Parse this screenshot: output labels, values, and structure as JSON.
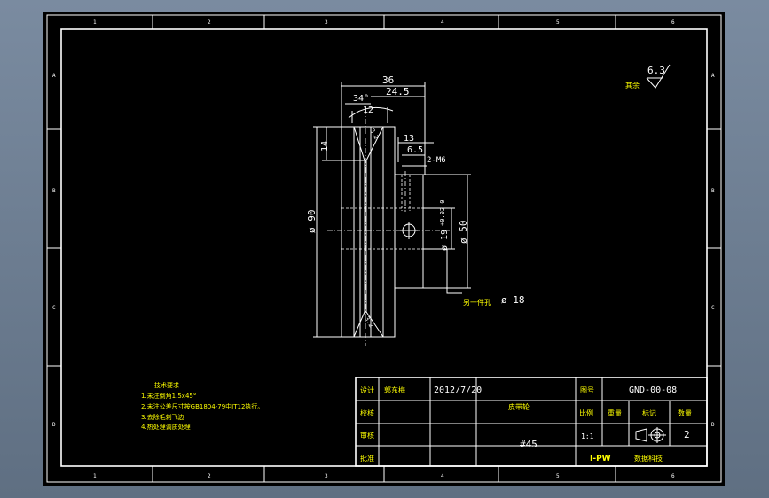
{
  "frame": {
    "column_zones_top": [
      "1",
      "2",
      "3",
      "4",
      "5",
      "6"
    ],
    "column_zones_bottom": [
      "1",
      "2",
      "3",
      "4",
      "5",
      "6"
    ],
    "row_zones": [
      "A",
      "B",
      "C",
      "D"
    ]
  },
  "roughness": {
    "prefix": "其余",
    "value": "6.3"
  },
  "dimensions": {
    "overall_width": "36",
    "hub_offset": "24.5",
    "groove_angle": "34°",
    "groove_width": "12",
    "groove_depth": "14",
    "hub_step": "13",
    "hub_step2": "6.5",
    "tap": "2-M6",
    "outer_diameter": "ø 90",
    "hub_diameter": "ø 50",
    "bore_diameter": "ø 19",
    "bore_tolerance": "+0.02 0",
    "bore_note": "ø 18",
    "bore_note_prefix": "另一件孔",
    "groove_roughness_top": "3.2",
    "groove_roughness_bottom": "3.2"
  },
  "tech_requirements": {
    "title": "技术要求",
    "items": [
      "1.未注倒角1.5x45°",
      "2.未注公差尺寸按GB1804-79中IT12执行。",
      "3.去除毛刺飞边",
      "4.热处理调质处理"
    ]
  },
  "title_block": {
    "design_label": "设计",
    "designer": "郭东梅",
    "date": "2012/7/20",
    "check_label": "校核",
    "review_label": "审核",
    "approve_label": "批准",
    "part_name": "皮带轮",
    "material": "#45",
    "drawing_no_label": "图号",
    "drawing_no": "GND-00-08",
    "scale_label": "比例",
    "weight_label": "重量",
    "mark_label": "标记",
    "qty_label": "数量",
    "scale_value": "1:1",
    "qty_value": "2",
    "company_logo": "I-PW",
    "company_name": "数据科技"
  }
}
